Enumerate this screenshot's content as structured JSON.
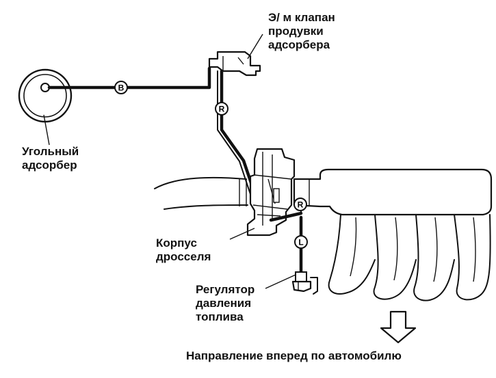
{
  "labels": {
    "valve": [
      "Э/ м клапан",
      "продувки",
      "адсорбера"
    ],
    "canister": [
      "Угольный",
      "адсорбер"
    ],
    "throttle": [
      "Корпус",
      "дросселя"
    ],
    "regulator": [
      "Регулятор",
      "давления",
      "топлива"
    ],
    "direction": "Направление вперед по автомобилю"
  },
  "hose_markers": {
    "b": "B",
    "r_upper": "R",
    "r_lower": "R",
    "l": "L"
  }
}
